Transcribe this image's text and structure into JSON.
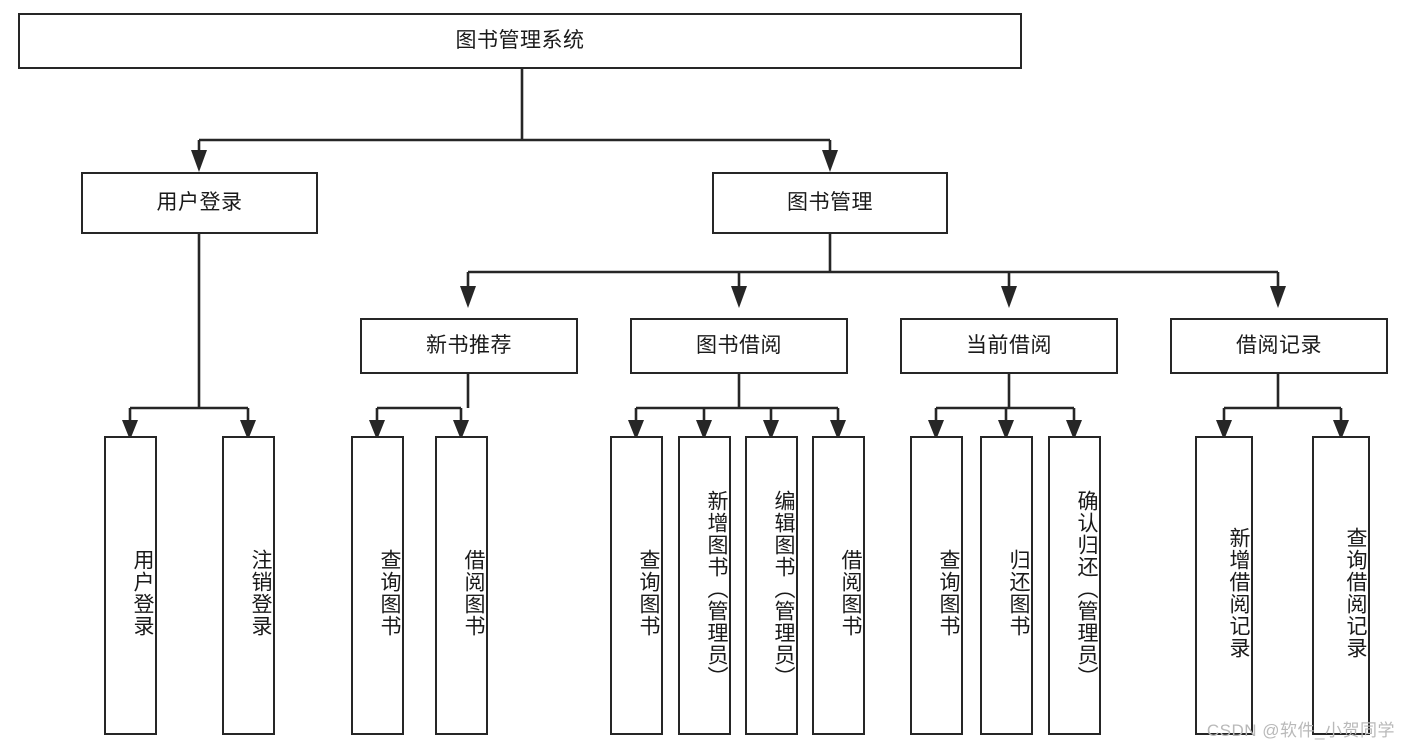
{
  "diagram": {
    "title": "图书管理系统",
    "type": "tree",
    "watermark": "CSDN @软件_小贺同学",
    "colors": {
      "stroke": "#262626",
      "fill": "#ffffff",
      "text": "#1a1a1a",
      "watermark": "#b9b9b9"
    },
    "root": {
      "label": "图书管理系统"
    },
    "level2": [
      {
        "label": "用户登录"
      },
      {
        "label": "图书管理"
      }
    ],
    "level3": [
      {
        "label": "新书推荐"
      },
      {
        "label": "图书借阅"
      },
      {
        "label": "当前借阅"
      },
      {
        "label": "借阅记录"
      }
    ],
    "leaves": {
      "user_login": [
        {
          "label": "用户登录"
        },
        {
          "label": "注销登录"
        }
      ],
      "new_book": [
        {
          "label": "查询图书"
        },
        {
          "label": "借阅图书"
        }
      ],
      "borrow_book": [
        {
          "label": "查询图书"
        },
        {
          "label": "新增图书（管理员）"
        },
        {
          "label": "编辑图书（管理员）"
        },
        {
          "label": "借阅图书"
        }
      ],
      "current_borrow": [
        {
          "label": "查询图书"
        },
        {
          "label": "归还图书"
        },
        {
          "label": "确认归还（管理员）"
        }
      ],
      "borrow_record": [
        {
          "label": "新增借阅记录"
        },
        {
          "label": "查询借阅记录"
        }
      ]
    }
  }
}
